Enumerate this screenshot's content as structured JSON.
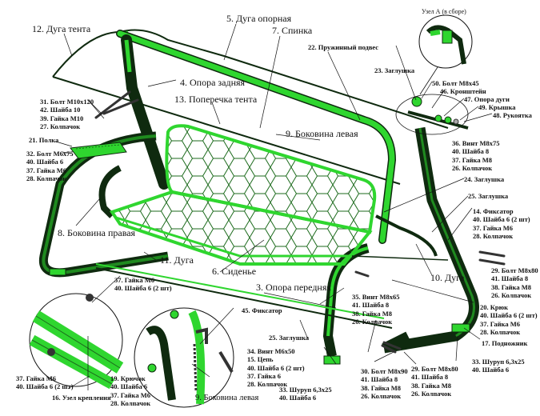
{
  "title": "Садовые качели — схема сборки",
  "colors": {
    "tube_green": "#2fd62f",
    "frame_dark": "#0f2a0f",
    "mesh": "#1d6b1d",
    "line": "#111111"
  },
  "labels": {
    "l12": "12. Дуга тента",
    "l5": "5. Дуга опорная",
    "l7": "7. Спинка",
    "l22": "22. Пружинный подвес",
    "l4": "4. Опора задняя",
    "l13": "13. Поперечка тента",
    "l9": "9. Боковина левая",
    "l9b": "9. Боковина левая",
    "l21": "21. Полка",
    "l8": "8. Боковина правая",
    "l11": "11. Дуга",
    "l6": "6. Сиденье",
    "l3": "3. Опора передняя",
    "l10": "10. Дуга",
    "l45": "45. Фиксатор",
    "l25b": "25. Заглушка",
    "l16": "16. Узел крепления",
    "l17": "17. Подножник",
    "uzel_a": "Узел А (в сборе)",
    "l23": "23. Заглушка",
    "l50": "50. Болт М8х45",
    "l46": "46. Кронштейн",
    "l47": "47. Опора дуги",
    "l49": "49. Крышка",
    "l48": "48. Рукоятка",
    "l24": "24. Заглушка",
    "l25": "25. Заглушка"
  },
  "groups": {
    "g31": [
      "31. Болт М10х120",
      "42. Шайба 10",
      "39. Гайка М10",
      "27. Колпачок"
    ],
    "g32": [
      "32. Болт М6х75",
      "40. Шайба 6",
      "37. Гайка М6",
      "28. Колпачок"
    ],
    "g36": [
      "36. Винт М8х75",
      "40. Шайба 8",
      "37. Гайка М8",
      "26. Колпачок"
    ],
    "g14": [
      "14. Фиксатор",
      "40. Шайба 6 (2 шт)",
      "37. Гайка М6",
      "28. Колпачок"
    ],
    "g29a": [
      "29. Болт М8х80",
      "41. Шайба 8",
      "38. Гайка М8",
      "26. Колпачок"
    ],
    "g35": [
      "35. Винт М8х65",
      "41. Шайба 8",
      "38. Гайка М8",
      "26. Колпачок"
    ],
    "g20": [
      "20. Крюк",
      "40. Шайба 6 (2 шт)",
      "37. Гайка М6",
      "28. Колпачок"
    ],
    "g37top": [
      "37. Гайка М6",
      "40. Шайба 6 (2 шт)"
    ],
    "g37bot": [
      "37. Гайка М6",
      "40. Шайба 6 (2 шт)"
    ],
    "g19": [
      "19. Крючок",
      "40. Шайба 6",
      "37. Гайка М6",
      "28. Колпачок"
    ],
    "g34": [
      "34. Винт М6х50",
      "15. Цепь",
      "40. Шайба 6 (2 шт)",
      "37. Гайка 6",
      "28. Колпачок"
    ],
    "g33a": [
      "33. Шуруп 6,3х25",
      "40. Шайба 6"
    ],
    "g33b": [
      "33. Шуруп 6,3х25",
      "40. Шайба 6"
    ],
    "g30": [
      "30. Болт М8х90",
      "41. Шайба 8",
      "38. Гайка М8",
      "26. Колпачок"
    ],
    "g29b": [
      "29. Болт М8х80",
      "41. Шайба 8",
      "38. Гайка М8",
      "26. Колпачок"
    ]
  }
}
